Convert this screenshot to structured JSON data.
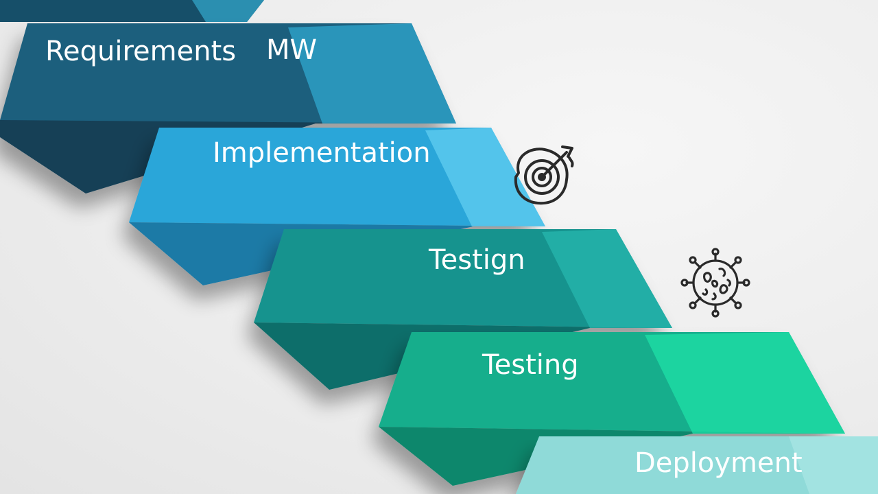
{
  "diagram": {
    "steps": [
      {
        "id": "requirements",
        "label": "Requirements",
        "extra_label": "MW",
        "colors": {
          "top": "#1c5f7d",
          "mid": "#154e68",
          "right": "#2fa7cf",
          "shade": "#123f56"
        }
      },
      {
        "id": "implementation",
        "label": "Implementation",
        "colors": {
          "top": "#2aa6d9",
          "mid": "#1f8ec0",
          "right": "#62cdf0",
          "shade": "#1a7aa6"
        }
      },
      {
        "id": "testign",
        "label": "Testign",
        "colors": {
          "top": "#15938e",
          "mid": "#0f7f7b",
          "right": "#2ab7ae",
          "shade": "#0c6e6a"
        }
      },
      {
        "id": "testing",
        "label": "Testing",
        "colors": {
          "top": "#12ae8c",
          "mid": "#0e9a7c",
          "right": "#1fe0a7",
          "shade": "#0b876c"
        }
      },
      {
        "id": "deployment",
        "label": "Deployment",
        "colors": {
          "top": "#8fdad8",
          "mid": "#7fd0ce",
          "right": "#a8e6e4",
          "shade": "#74c5c3"
        }
      }
    ],
    "icons": [
      {
        "name": "target-icon"
      },
      {
        "name": "virus-icon"
      }
    ]
  }
}
